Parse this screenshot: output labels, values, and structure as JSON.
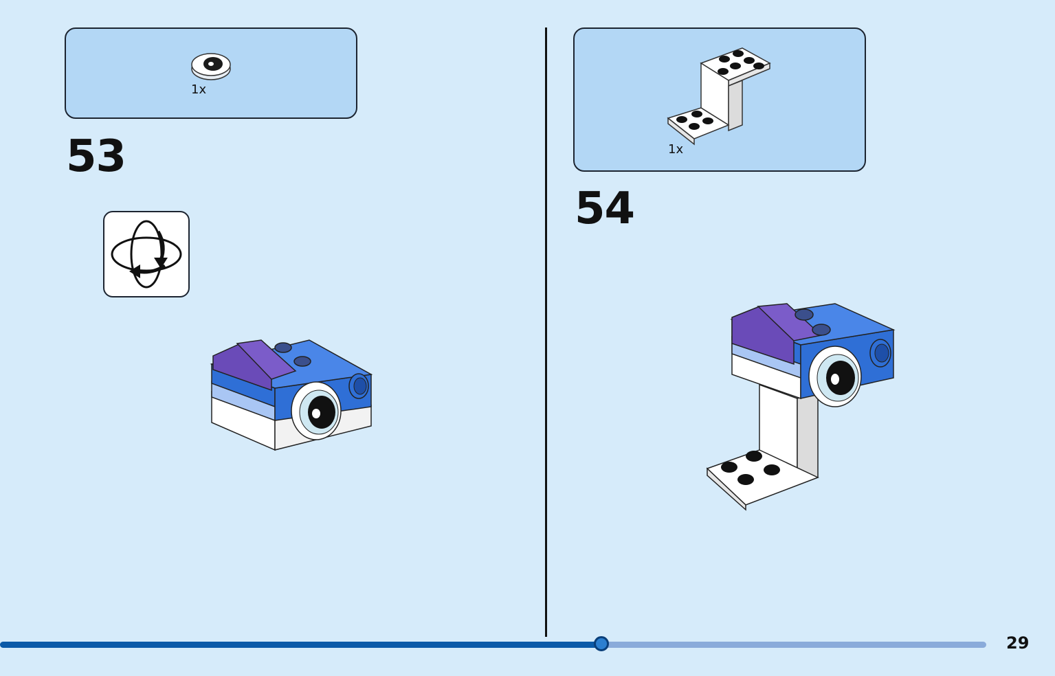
{
  "page": {
    "number": "29",
    "progress_fraction": 0.61
  },
  "steps": [
    {
      "number": "53",
      "parts": [
        {
          "quantity": "1x",
          "part": "round-tile-eye"
        }
      ],
      "rotate_icon": "rotate-model-icon"
    },
    {
      "number": "54",
      "parts": [
        {
          "quantity": "1x",
          "part": "white-bracket"
        }
      ]
    }
  ],
  "colors": {
    "background": "#d6ebfa",
    "parts_box": "#b3d7f5",
    "progress_done": "#0b5aa8",
    "progress_remaining": "#8aabda",
    "model_blue": "#2f6fd6",
    "model_purple": "#6a4bb8",
    "model_light_blue": "#a9c6f4"
  }
}
